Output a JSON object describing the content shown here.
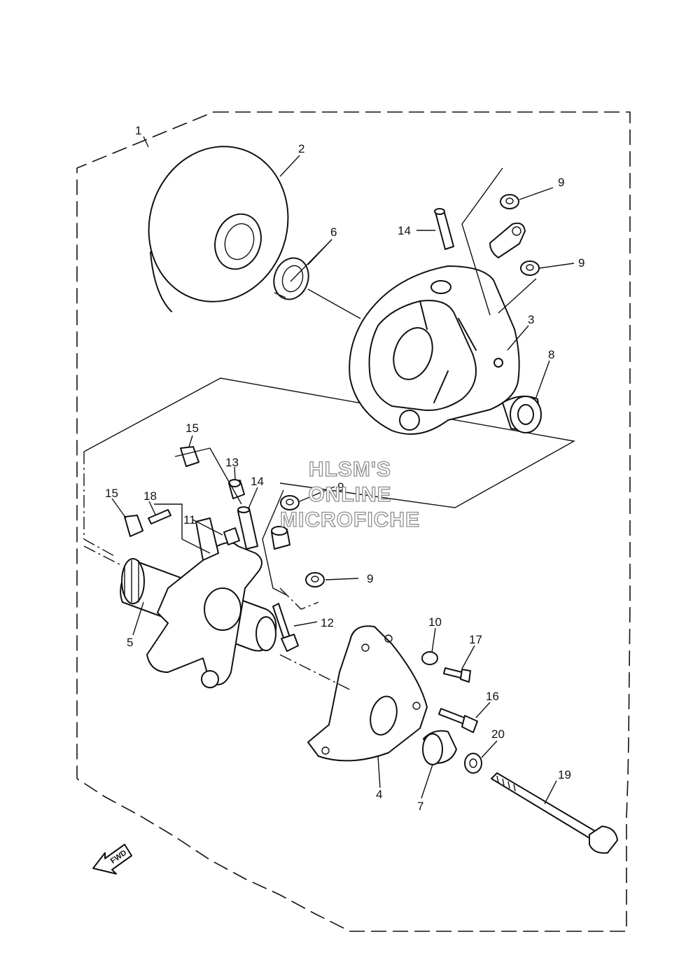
{
  "callouts": [
    "1",
    "2",
    "3",
    "4",
    "5",
    "6",
    "7",
    "8",
    "9",
    "9",
    "9",
    "9",
    "10",
    "11",
    "12",
    "13",
    "14",
    "14",
    "15",
    "15",
    "16",
    "17",
    "18",
    "19",
    "20"
  ],
  "watermark": {
    "line1": "HLSM'S",
    "line2": "ONLINE",
    "line3": "MICROFICHE"
  },
  "direction_arrow": {
    "label": "FWD"
  },
  "colors": {
    "line": "#111111",
    "background": "#ffffff",
    "watermark_outline": "#8c8c8c"
  }
}
